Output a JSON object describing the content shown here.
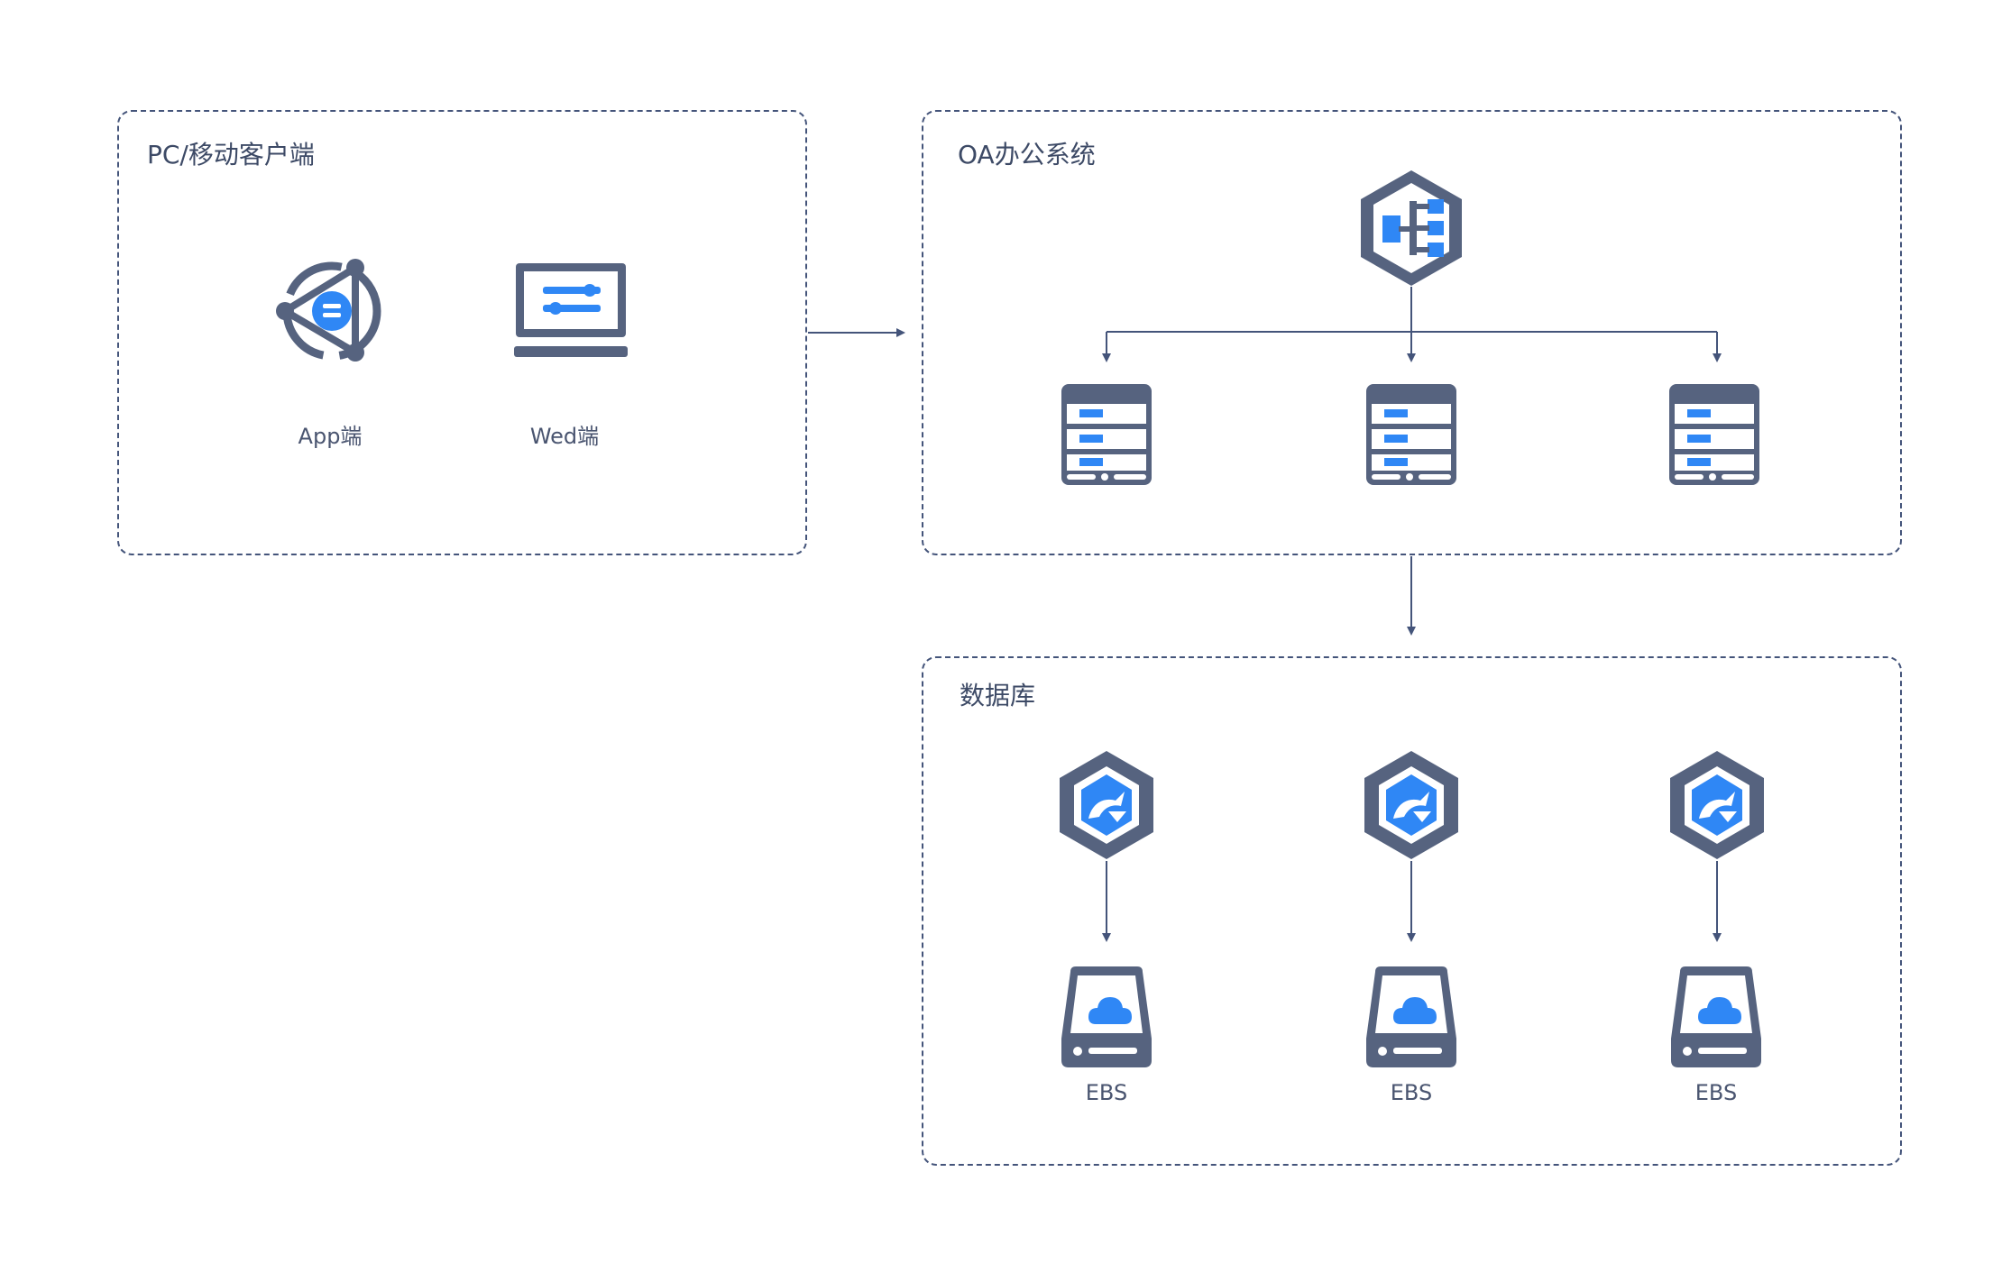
{
  "groups": {
    "client": {
      "title": "PC/移动客户端"
    },
    "oa": {
      "title": "OA办公系统"
    },
    "database": {
      "title": "数据库"
    }
  },
  "nodes": {
    "app": {
      "label": "App端",
      "icon": "app-client-icon"
    },
    "web": {
      "label": "Wed端",
      "icon": "laptop-web-icon"
    },
    "oa_hub": {
      "icon": "load-balancer-hexagon-icon"
    },
    "servers": [
      {
        "icon": "server-rack-icon"
      },
      {
        "icon": "server-rack-icon"
      },
      {
        "icon": "server-rack-icon"
      }
    ],
    "db_engines": [
      {
        "icon": "database-hexagon-icon"
      },
      {
        "icon": "database-hexagon-icon"
      },
      {
        "icon": "database-hexagon-icon"
      }
    ],
    "ebs": [
      {
        "label": "EBS",
        "icon": "cloud-disk-icon"
      },
      {
        "label": "EBS",
        "icon": "cloud-disk-icon"
      },
      {
        "label": "EBS",
        "icon": "cloud-disk-icon"
      }
    ]
  },
  "colors": {
    "border": "#44547a",
    "icon_dark": "#56637f",
    "accent": "#2f87f5",
    "text": "#3d4a66"
  }
}
